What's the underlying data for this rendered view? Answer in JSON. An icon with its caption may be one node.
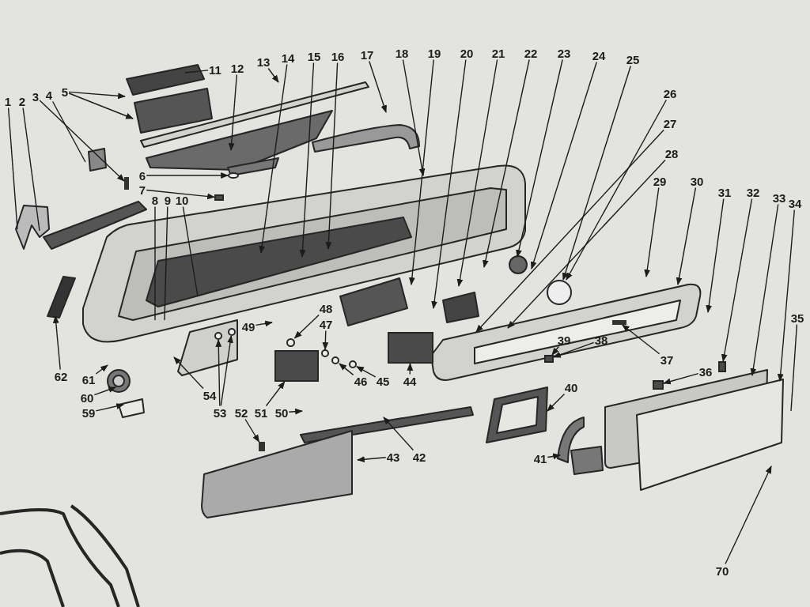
{
  "diagram": {
    "nodes": [
      {
        "text": [
          "1"
        ]
      },
      {
        "text": [
          "2"
        ]
      },
      {
        "text": [
          "3"
        ]
      },
      {
        "text": [
          "4"
        ]
      },
      {
        "text": [
          "5"
        ]
      },
      {
        "text": [
          "6"
        ]
      },
      {
        "text": [
          "7"
        ]
      },
      {
        "text": [
          "8"
        ]
      },
      {
        "text": [
          "9"
        ]
      },
      {
        "text": [
          "10"
        ]
      },
      {
        "text": [
          "11"
        ]
      },
      {
        "text": [
          "12"
        ]
      },
      {
        "text": [
          "13"
        ]
      },
      {
        "text": [
          "14"
        ]
      },
      {
        "text": [
          "15"
        ]
      },
      {
        "text": [
          "16"
        ]
      },
      {
        "text": [
          "17"
        ]
      },
      {
        "text": [
          "18"
        ]
      },
      {
        "text": [
          "19"
        ]
      },
      {
        "text": [
          "20"
        ]
      },
      {
        "text": [
          "21"
        ]
      },
      {
        "text": [
          "22"
        ]
      },
      {
        "text": [
          "23"
        ]
      },
      {
        "text": [
          "24"
        ]
      },
      {
        "text": [
          "25"
        ]
      },
      {
        "text": [
          "26"
        ]
      },
      {
        "text": [
          "27"
        ]
      },
      {
        "text": [
          "28"
        ]
      },
      {
        "text": [
          "29"
        ]
      },
      {
        "text": [
          "30"
        ]
      },
      {
        "text": [
          "31"
        ]
      },
      {
        "text": [
          "32"
        ]
      },
      {
        "text": [
          "33"
        ]
      },
      {
        "text": [
          "34"
        ]
      },
      {
        "text": [
          "35"
        ]
      },
      {
        "text": [
          "36"
        ]
      },
      {
        "text": [
          "37"
        ]
      },
      {
        "text": [
          "38"
        ]
      },
      {
        "text": [
          "39"
        ]
      },
      {
        "text": [
          "40"
        ]
      },
      {
        "text": [
          "41"
        ]
      },
      {
        "text": [
          "42"
        ]
      },
      {
        "text": [
          "43"
        ]
      },
      {
        "text": [
          "44"
        ]
      },
      {
        "text": [
          "45"
        ]
      },
      {
        "text": [
          "46"
        ]
      },
      {
        "text": [
          "47"
        ]
      },
      {
        "text": [
          "48"
        ]
      },
      {
        "text": [
          "49"
        ]
      },
      {
        "text": [
          "50"
        ]
      },
      {
        "text": [
          "51"
        ]
      },
      {
        "text": [
          "52"
        ]
      },
      {
        "text": [
          "53"
        ]
      },
      {
        "text": [
          "54"
        ]
      },
      {
        "text": [
          "59"
        ]
      },
      {
        "text": [
          "60"
        ]
      },
      {
        "text": [
          "61"
        ]
      },
      {
        "text": [
          "62"
        ]
      },
      {
        "text": [
          "70"
        ]
      },
      {
        "text": [],
        "shape": "bar"
      },
      {
        "text": [],
        "shape": "box"
      },
      {
        "text": [],
        "shape": "circle"
      },
      {
        "text": [],
        "shape": "box"
      },
      {
        "text": [],
        "shape": "box"
      },
      {
        "text": [],
        "shape": "bar"
      },
      {
        "text": [],
        "shape": "box"
      },
      {
        "text": [],
        "shape": "box"
      },
      {
        "text": [],
        "shape": "circle"
      },
      {
        "text": [],
        "shape": "circle"
      },
      {
        "text": [],
        "shape": "bar"
      },
      {
        "text": [],
        "shape": "circle"
      },
      {
        "text": [],
        "shape": "circle"
      },
      {
        "text": [],
        "shape": "circle"
      },
      {
        "text": [],
        "shape": "circle"
      },
      {
        "text": [],
        "shape": "box"
      },
      {
        "text": [],
        "shape": "circle"
      }
    ],
    "edges": [
      {
        "from": 0,
        "to": null,
        "arrow": "none"
      },
      {
        "from": 1,
        "to": null,
        "arrow": "none"
      },
      {
        "from": 2,
        "to": 59,
        "arrow": "to"
      },
      {
        "from": 3,
        "to": null,
        "arrow": "none"
      },
      {
        "from": 4,
        "to": null,
        "arrow": "to"
      },
      {
        "from": 4,
        "to": null,
        "arrow": "to"
      },
      {
        "from": 5,
        "to": 72,
        "arrow": "to"
      },
      {
        "from": 6,
        "to": 60,
        "arrow": "to"
      },
      {
        "from": 7,
        "to": null,
        "arrow": "none"
      },
      {
        "from": 8,
        "to": null,
        "arrow": "none"
      },
      {
        "from": 9,
        "to": null,
        "arrow": "none"
      },
      {
        "from": 10,
        "to": null,
        "arrow": "none"
      },
      {
        "from": 11,
        "to": null,
        "arrow": "to"
      },
      {
        "from": 12,
        "to": null,
        "arrow": "to"
      },
      {
        "from": 13,
        "to": null,
        "arrow": "to"
      },
      {
        "from": 14,
        "to": null,
        "arrow": "to"
      },
      {
        "from": 15,
        "to": null,
        "arrow": "to"
      },
      {
        "from": 16,
        "to": null,
        "arrow": "to"
      },
      {
        "from": 17,
        "to": null,
        "arrow": "to"
      },
      {
        "from": 18,
        "to": null,
        "arrow": "to"
      },
      {
        "from": 19,
        "to": null,
        "arrow": "to"
      },
      {
        "from": 20,
        "to": null,
        "arrow": "to"
      },
      {
        "from": 21,
        "to": null,
        "arrow": "to"
      },
      {
        "from": 22,
        "to": null,
        "arrow": "to"
      },
      {
        "from": 23,
        "to": null,
        "arrow": "to"
      },
      {
        "from": 24,
        "to": 61,
        "arrow": "to"
      },
      {
        "from": 25,
        "to": 61,
        "arrow": "to"
      },
      {
        "from": 26,
        "to": null,
        "arrow": "to"
      },
      {
        "from": 27,
        "to": null,
        "arrow": "to"
      },
      {
        "from": 28,
        "to": null,
        "arrow": "to"
      },
      {
        "from": 29,
        "to": null,
        "arrow": "to"
      },
      {
        "from": 30,
        "to": null,
        "arrow": "to"
      },
      {
        "from": 31,
        "to": 62,
        "arrow": "to"
      },
      {
        "from": 32,
        "to": null,
        "arrow": "to"
      },
      {
        "from": 33,
        "to": null,
        "arrow": "to"
      },
      {
        "from": 34,
        "to": null,
        "arrow": "none"
      },
      {
        "from": 35,
        "to": 63,
        "arrow": "to"
      },
      {
        "from": 36,
        "to": 64,
        "arrow": "to"
      },
      {
        "from": 37,
        "to": 65,
        "arrow": "to"
      },
      {
        "from": 38,
        "to": 65,
        "arrow": "to"
      },
      {
        "from": 39,
        "to": null,
        "arrow": "to"
      },
      {
        "from": 40,
        "to": null,
        "arrow": "to"
      },
      {
        "from": 41,
        "to": null,
        "arrow": "to"
      },
      {
        "from": 42,
        "to": null,
        "arrow": "to"
      },
      {
        "from": 43,
        "to": 66,
        "arrow": "to"
      },
      {
        "from": 44,
        "to": 67,
        "arrow": "to"
      },
      {
        "from": 45,
        "to": 73,
        "arrow": "to"
      },
      {
        "from": 46,
        "to": 75,
        "arrow": "to"
      },
      {
        "from": 47,
        "to": 68,
        "arrow": "to"
      },
      {
        "from": 48,
        "to": null,
        "arrow": "to"
      },
      {
        "from": 49,
        "to": null,
        "arrow": "to"
      },
      {
        "from": 50,
        "to": 74,
        "arrow": "to"
      },
      {
        "from": 51,
        "to": 69,
        "arrow": "to"
      },
      {
        "from": 52,
        "to": 70,
        "arrow": "to"
      },
      {
        "from": 52,
        "to": 71,
        "arrow": "to"
      },
      {
        "from": 53,
        "to": null,
        "arrow": "to"
      },
      {
        "from": 54,
        "to": null,
        "arrow": "to"
      },
      {
        "from": 55,
        "to": null,
        "arrow": "to"
      },
      {
        "from": 56,
        "to": null,
        "arrow": "to"
      },
      {
        "from": 57,
        "to": null,
        "arrow": "to"
      },
      {
        "from": 58,
        "to": null,
        "arrow": "to"
      }
    ]
  }
}
